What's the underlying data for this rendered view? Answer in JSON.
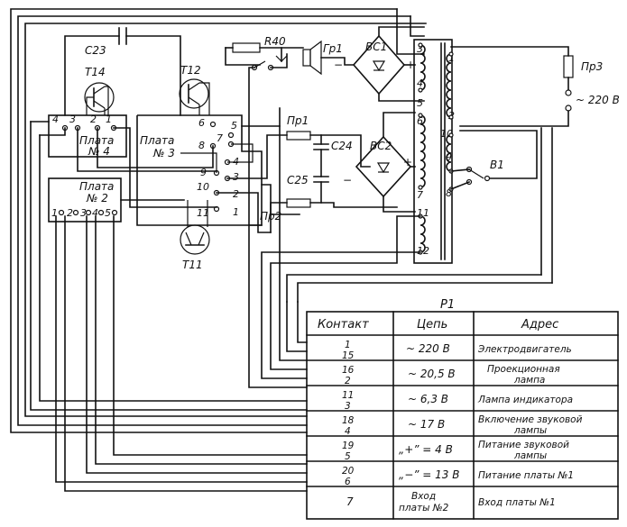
{
  "components": {
    "c23": "С23",
    "t14": "Т14",
    "t12": "Т12",
    "t11": "Т11",
    "r40": "R40",
    "gr1": "Гр1",
    "bc1": "ВС1",
    "bc2": "ВС2",
    "pr1": "Пр1",
    "pr2": "Пр2",
    "pr3": "Пр3",
    "c24": "С24",
    "c25": "С25",
    "b1": "В1",
    "mains": "~ 220 В",
    "p1": "Р1"
  },
  "boards": {
    "board4": {
      "label": "Плата",
      "num": "№ 4",
      "pins": [
        "4",
        "3",
        "2",
        "1"
      ]
    },
    "board3": {
      "label": "Плата",
      "num": "№ 3",
      "pins_top": [
        "6",
        "5",
        "8",
        "7"
      ],
      "pins_mid": [
        "9",
        "4",
        "3",
        "2",
        "1"
      ],
      "pins_low": [
        "10",
        "11"
      ]
    },
    "board2": {
      "label": "Плата",
      "num": "№ 2",
      "pins": [
        "1",
        "2",
        "3",
        "4",
        "5"
      ]
    }
  },
  "transformer": {
    "taps": [
      "3",
      "4",
      "5",
      "6",
      "7",
      "11",
      "12",
      "1",
      "2",
      "10",
      "9",
      "8"
    ]
  },
  "signs": {
    "plus": "+",
    "minus": "−"
  },
  "table": {
    "headers": [
      "Контакт",
      "Цепь",
      "Адрес"
    ],
    "rows": [
      {
        "contacts": [
          "1",
          "15"
        ],
        "circuit": "~ 220 В",
        "address": [
          "Электродвигатель"
        ]
      },
      {
        "contacts": [
          "16",
          "2"
        ],
        "circuit": "~ 20,5 В",
        "address": [
          "Проекционная",
          "лампа"
        ]
      },
      {
        "contacts": [
          "11",
          "3"
        ],
        "circuit": "~ 6,3 В",
        "address": [
          "Лампа индикатора"
        ]
      },
      {
        "contacts": [
          "18",
          "4"
        ],
        "circuit": "~ 17 В",
        "address": [
          "Включение звуковой",
          "лампы"
        ]
      },
      {
        "contacts": [
          "19",
          "5"
        ],
        "circuit": "„+” = 4 В",
        "address": [
          "Питание звуковой",
          "лампы"
        ]
      },
      {
        "contacts": [
          "20",
          "6"
        ],
        "circuit": "„−” = 13 В",
        "address": [
          "Питание платы №1"
        ]
      },
      {
        "contacts": [
          "7"
        ],
        "circuit": [
          "Вход",
          "платы №2"
        ],
        "address": [
          "Вход платы №1"
        ]
      }
    ]
  }
}
